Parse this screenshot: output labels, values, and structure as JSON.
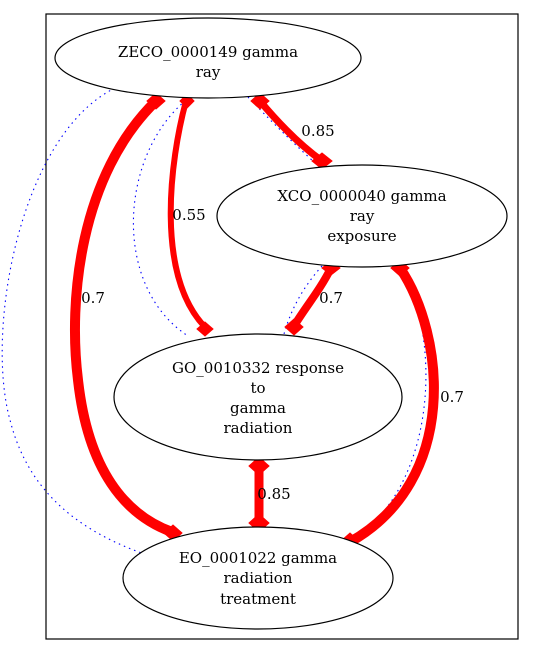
{
  "nodes": {
    "zeco": {
      "lines": [
        "ZECO_0000149 gamma",
        "ray"
      ]
    },
    "xco": {
      "lines": [
        "XCO_0000040 gamma",
        "ray",
        "exposure"
      ]
    },
    "go": {
      "lines": [
        "GO_0010332 response",
        "to",
        "gamma",
        "radiation"
      ]
    },
    "eo": {
      "lines": [
        "EO_0001022 gamma",
        "radiation",
        "treatment"
      ]
    }
  },
  "edges": {
    "zeco_xco": {
      "label": "0.85"
    },
    "zeco_go": {
      "label": "0.55"
    },
    "zeco_eo": {
      "label": "0.7"
    },
    "xco_go": {
      "label": "0.7"
    },
    "xco_eo": {
      "label": "0.7"
    },
    "go_eo": {
      "label": "0.85"
    }
  },
  "colors": {
    "strong_edge": "#ff0000",
    "weak_edge": "#0000ff"
  }
}
